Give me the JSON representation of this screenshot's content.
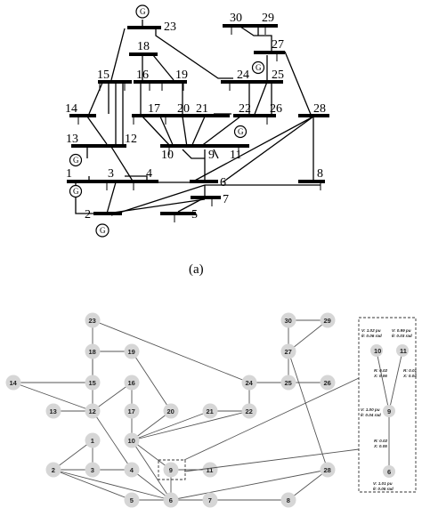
{
  "single_line": {
    "buses": [
      {
        "id": "23",
        "label": "23"
      },
      {
        "id": "18",
        "label": "18"
      },
      {
        "id": "15",
        "label": "15"
      },
      {
        "id": "16",
        "label": "16"
      },
      {
        "id": "19",
        "label": "19"
      },
      {
        "id": "14",
        "label": "14"
      },
      {
        "id": "17",
        "label": "17"
      },
      {
        "id": "20",
        "label": "20"
      },
      {
        "id": "21",
        "label": "21"
      },
      {
        "id": "22",
        "label": "22"
      },
      {
        "id": "13",
        "label": "13"
      },
      {
        "id": "12",
        "label": "12"
      },
      {
        "id": "10",
        "label": "10"
      },
      {
        "id": "9",
        "label": "9"
      },
      {
        "id": "11",
        "label": "11"
      },
      {
        "id": "1",
        "label": "1"
      },
      {
        "id": "3",
        "label": "3"
      },
      {
        "id": "4",
        "label": "4"
      },
      {
        "id": "6",
        "label": "6"
      },
      {
        "id": "7",
        "label": "7"
      },
      {
        "id": "2",
        "label": "2"
      },
      {
        "id": "5",
        "label": "5"
      },
      {
        "id": "30",
        "label": "30"
      },
      {
        "id": "29",
        "label": "29"
      },
      {
        "id": "27",
        "label": "27"
      },
      {
        "id": "24",
        "label": "24"
      },
      {
        "id": "25",
        "label": "25"
      },
      {
        "id": "26",
        "label": "26"
      },
      {
        "id": "28",
        "label": "28"
      },
      {
        "id": "8",
        "label": "8"
      }
    ],
    "generator_symbol": "G",
    "caption": "(a)"
  },
  "graph": {
    "nodes": [
      "1",
      "2",
      "3",
      "4",
      "5",
      "6",
      "7",
      "8",
      "9",
      "10",
      "11",
      "12",
      "13",
      "14",
      "15",
      "16",
      "17",
      "18",
      "19",
      "20",
      "21",
      "22",
      "23",
      "24",
      "25",
      "26",
      "27",
      "28",
      "29",
      "30"
    ],
    "edges": [
      [
        "1",
        "2"
      ],
      [
        "1",
        "3"
      ],
      [
        "2",
        "4"
      ],
      [
        "3",
        "4"
      ],
      [
        "2",
        "5"
      ],
      [
        "2",
        "6"
      ],
      [
        "4",
        "6"
      ],
      [
        "5",
        "6"
      ],
      [
        "6",
        "7"
      ],
      [
        "6",
        "8"
      ],
      [
        "6",
        "9"
      ],
      [
        "6",
        "10"
      ],
      [
        "6",
        "28"
      ],
      [
        "9",
        "10"
      ],
      [
        "9",
        "11"
      ],
      [
        "4",
        "12"
      ],
      [
        "12",
        "13"
      ],
      [
        "12",
        "14"
      ],
      [
        "12",
        "15"
      ],
      [
        "12",
        "16"
      ],
      [
        "14",
        "15"
      ],
      [
        "15",
        "18"
      ],
      [
        "18",
        "19"
      ],
      [
        "19",
        "20"
      ],
      [
        "10",
        "20"
      ],
      [
        "16",
        "17"
      ],
      [
        "10",
        "17"
      ],
      [
        "10",
        "21"
      ],
      [
        "10",
        "22"
      ],
      [
        "21",
        "22"
      ],
      [
        "15",
        "23"
      ],
      [
        "23",
        "24"
      ],
      [
        "22",
        "24"
      ],
      [
        "24",
        "25"
      ],
      [
        "25",
        "26"
      ],
      [
        "25",
        "27"
      ],
      [
        "27",
        "28"
      ],
      [
        "27",
        "29"
      ],
      [
        "27",
        "30"
      ],
      [
        "29",
        "30"
      ],
      [
        "8",
        "28"
      ]
    ],
    "inset": {
      "nodes": [
        "10",
        "11",
        "9",
        "6"
      ],
      "annotations": {
        "v10": "V: 1.02 pu",
        "th10": "θ: 0.06 rad",
        "v11": "V: 0.99 pu",
        "th11": "θ: 0.03 rad",
        "r10": "R: 0.02",
        "x10": "X: 0.06",
        "r11": "R: 0.01",
        "x11": "X: 0.04",
        "v9": "V: 1.00 pu",
        "th9": "θ: 0.04 rad",
        "r6": "R: 0.02",
        "x6": "X: 0.05",
        "v6": "V: 1.01 pu",
        "th6": "θ: 0.05 rad"
      }
    }
  }
}
